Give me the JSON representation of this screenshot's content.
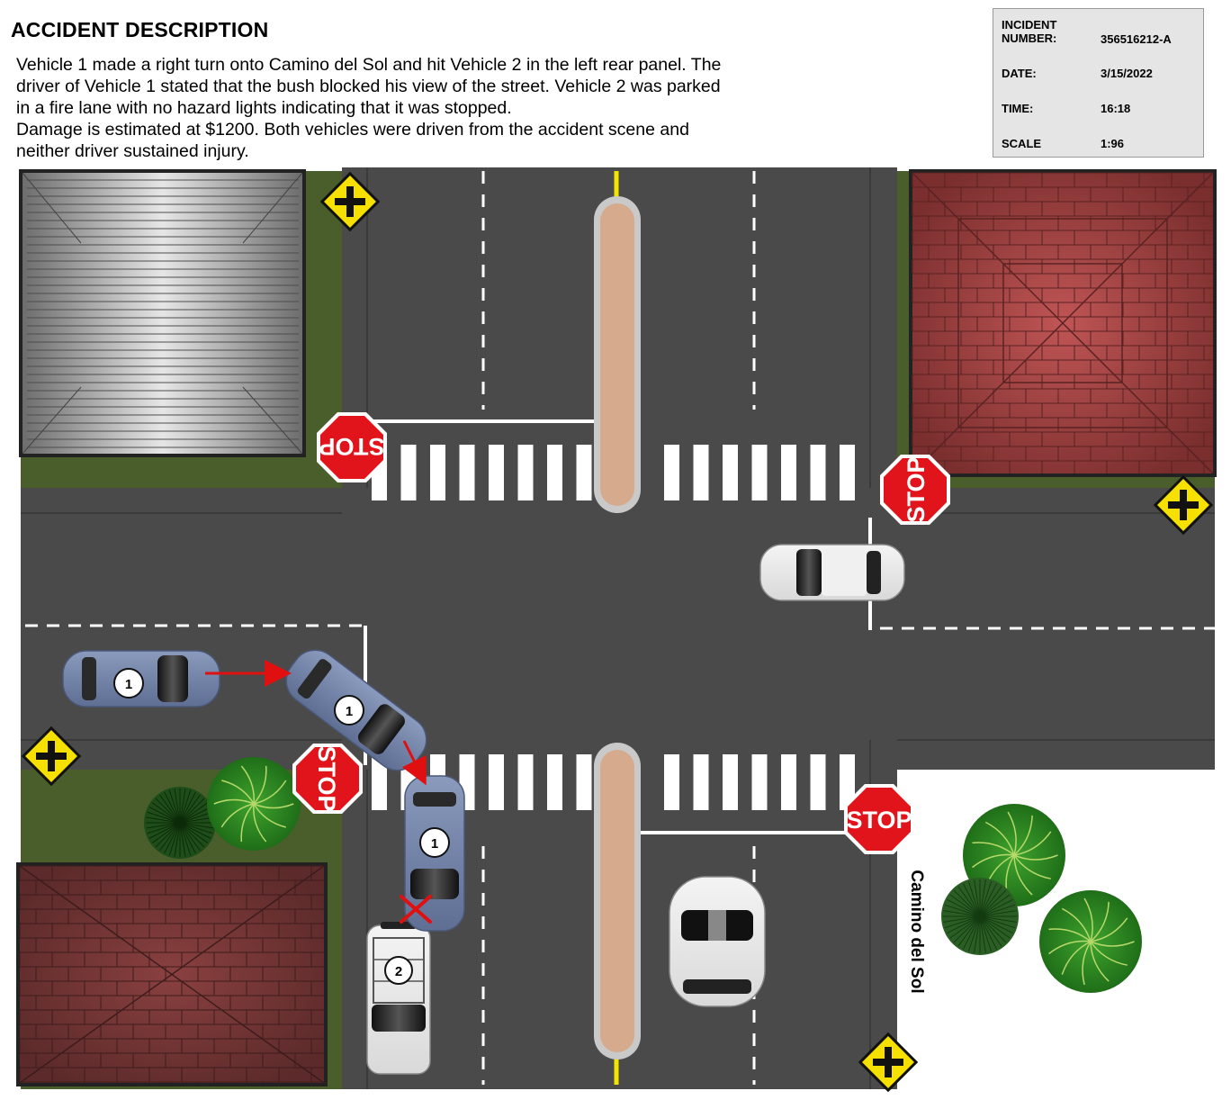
{
  "header": {
    "title": "ACCIDENT DESCRIPTION",
    "description_lines": [
      "Vehicle 1 made a right turn onto Camino del Sol and hit Vehicle 2 in the left rear panel.  The",
      "driver of Vehicle 1 stated that the bush blocked his view of the street.  Vehicle 2 was parked",
      "in a fire lane with no hazard lights indicating that it was stopped.",
      "Damage is estimated at $1200.  Both vehicles were driven from the accident scene and",
      "neither driver sustained injury."
    ]
  },
  "info": {
    "incident_label_1": "INCIDENT",
    "incident_label_2": "NUMBER:",
    "incident_value": "356516212-A",
    "date_label": "DATE:",
    "date_value": "3/15/2022",
    "time_label": "TIME:",
    "time_value": "16:18",
    "scale_label": "SCALE",
    "scale_value": "1:96"
  },
  "signs": {
    "stop_text": "STOP"
  },
  "vehicles": {
    "v1_label": "1",
    "v2_label": "2"
  },
  "street": {
    "name": "Camino del Sol"
  },
  "colors": {
    "asphalt": "#4a4a4a",
    "grass": "#4a5e2c",
    "median_fill": "#d6aa8c",
    "center_line": "#f2e600",
    "stop_sign": "#e2141b",
    "warning_sign": "#f5e000",
    "vehicle1": "#7d8fb3",
    "impact_path": "#e01010",
    "roof_dark": "#8c3a3a",
    "roof_gray": "#a0a0a0"
  }
}
